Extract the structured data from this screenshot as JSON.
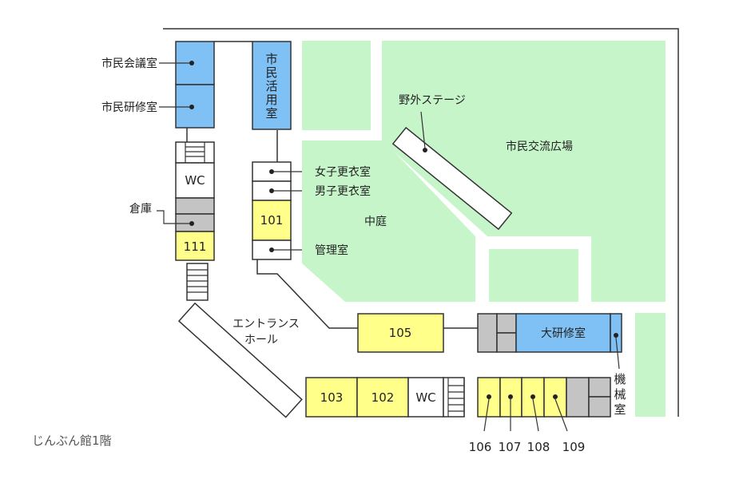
{
  "map_title": "じんぶん館1階",
  "rooms": {
    "shimin_kaigi": "市民会議室",
    "shimin_kenshu": "市民研修室",
    "shimin_katsuyo": [
      "市",
      "民",
      "活",
      "用",
      "室"
    ],
    "wc_left": "WC",
    "soko": "倉庫",
    "r111": "111",
    "joshi_koui": "女子更衣室",
    "danshi_koui": "男子更衣室",
    "r101": "101",
    "kanri": "管理室",
    "nakaniwa": "中庭",
    "yagai_stage": "野外ステージ",
    "shimin_koryu": "市民交流広場",
    "entrance_hall": [
      "エントランス",
      "ホール"
    ],
    "r105": "105",
    "dai_kenshu": "大研修室",
    "kikai": [
      "機",
      "械",
      "室"
    ],
    "r103": "103",
    "r102": "102",
    "wc_bottom": "WC",
    "r106": "106",
    "r107": "107",
    "r108": "108",
    "r109": "109"
  },
  "colors": {
    "green_space": "#c6f5c9",
    "blue_room": "#7fc1f5",
    "yellow_room": "#ffff8a",
    "gray_room": "#c4c4c4"
  }
}
